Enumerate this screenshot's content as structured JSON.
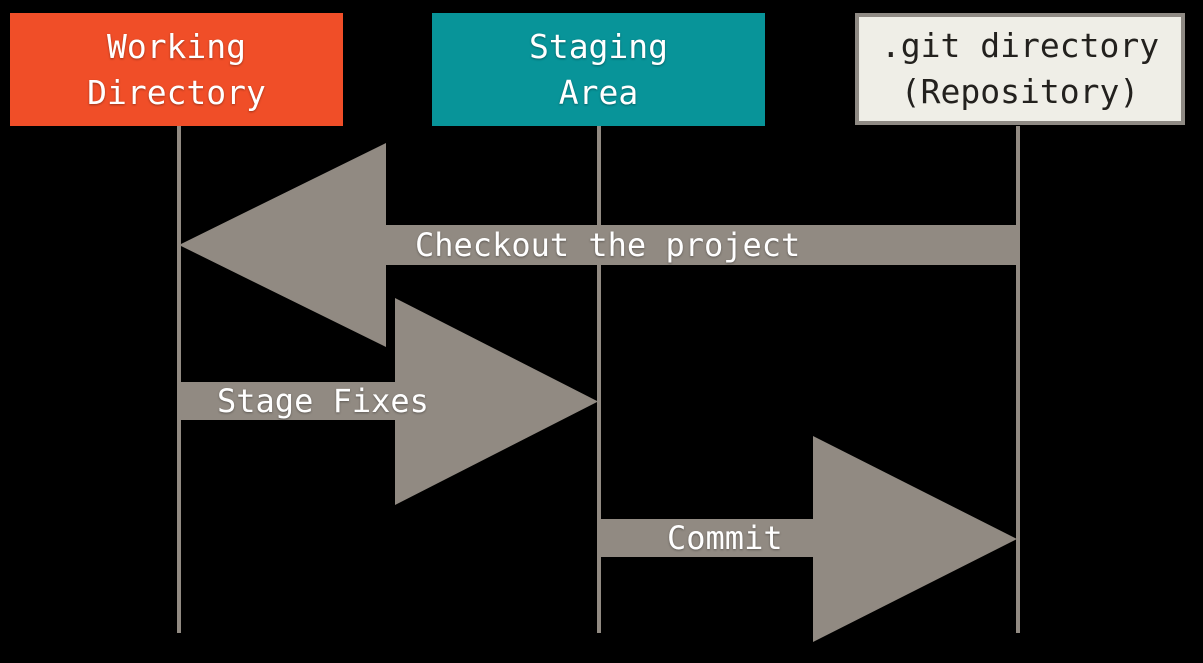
{
  "boxes": [
    {
      "name": "working-directory",
      "lines": [
        "Working",
        "Directory"
      ],
      "bg": "#f04e28",
      "text_color": "#ffffff"
    },
    {
      "name": "staging-area",
      "lines": [
        "Staging",
        "Area"
      ],
      "bg": "#089499",
      "text_color": "#ffffff"
    },
    {
      "name": "git-directory",
      "lines": [
        ".git directory",
        "(Repository)"
      ],
      "bg": "#efeee7",
      "border_color": "#8f8a84",
      "text_color": "#23211e"
    }
  ],
  "arrows": [
    {
      "name": "checkout",
      "label": "Checkout the project",
      "direction": "left",
      "from": "git-directory",
      "to": "working-directory"
    },
    {
      "name": "stage-fixes",
      "label": "Stage Fixes",
      "direction": "right",
      "from": "working-directory",
      "to": "staging-area"
    },
    {
      "name": "commit",
      "label": "Commit",
      "direction": "right",
      "from": "staging-area",
      "to": "git-directory"
    }
  ],
  "colors": {
    "background": "#000000",
    "arrow": "#918a82",
    "lifeline": "#918a82",
    "arrow_label_text": "#ffffff"
  }
}
